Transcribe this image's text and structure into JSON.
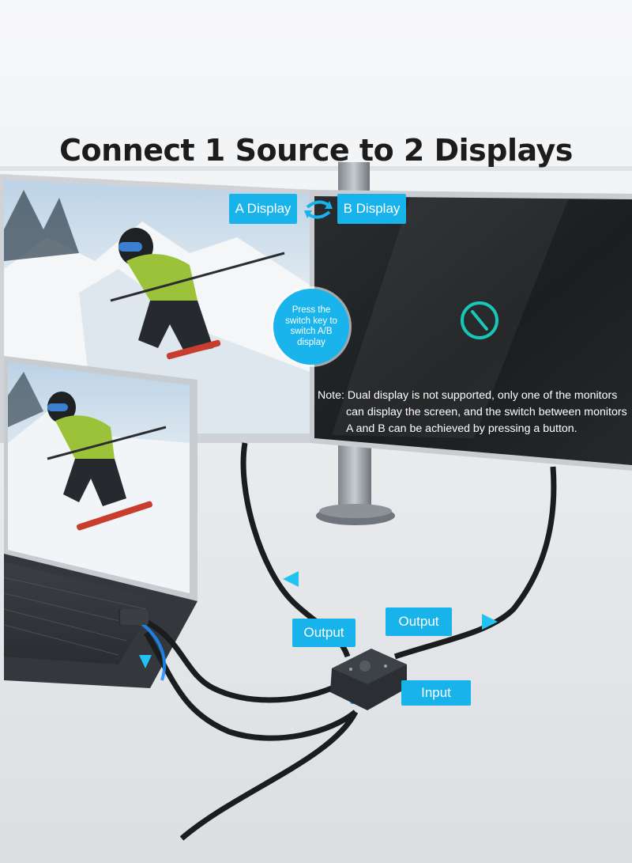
{
  "title": "Connect 1 Source to 2 Displays",
  "labels": {
    "a_display": "A Display",
    "b_display": "B Display",
    "output_left": "Output",
    "output_right": "Output",
    "input": "Input"
  },
  "switch_hint": {
    "line1": "Press the",
    "line2": "switch key to",
    "line3": "switch A/B",
    "line4": "display"
  },
  "note": {
    "line1": "Note: Dual display is not supported, only one of the monitors",
    "line2": "can display the screen, and the switch between monitors",
    "line3": "A and B can be achieved by pressing a button."
  },
  "colors": {
    "accent": "#17b3ea",
    "title": "#1c1c1c",
    "monitor_off": "#1f2123",
    "no_signal": "#17c8b8"
  },
  "icons": {
    "swap": "swap-arrows-icon",
    "no_signal": "no-signal-icon",
    "arrow": "cyan-flow-arrow-icon"
  }
}
